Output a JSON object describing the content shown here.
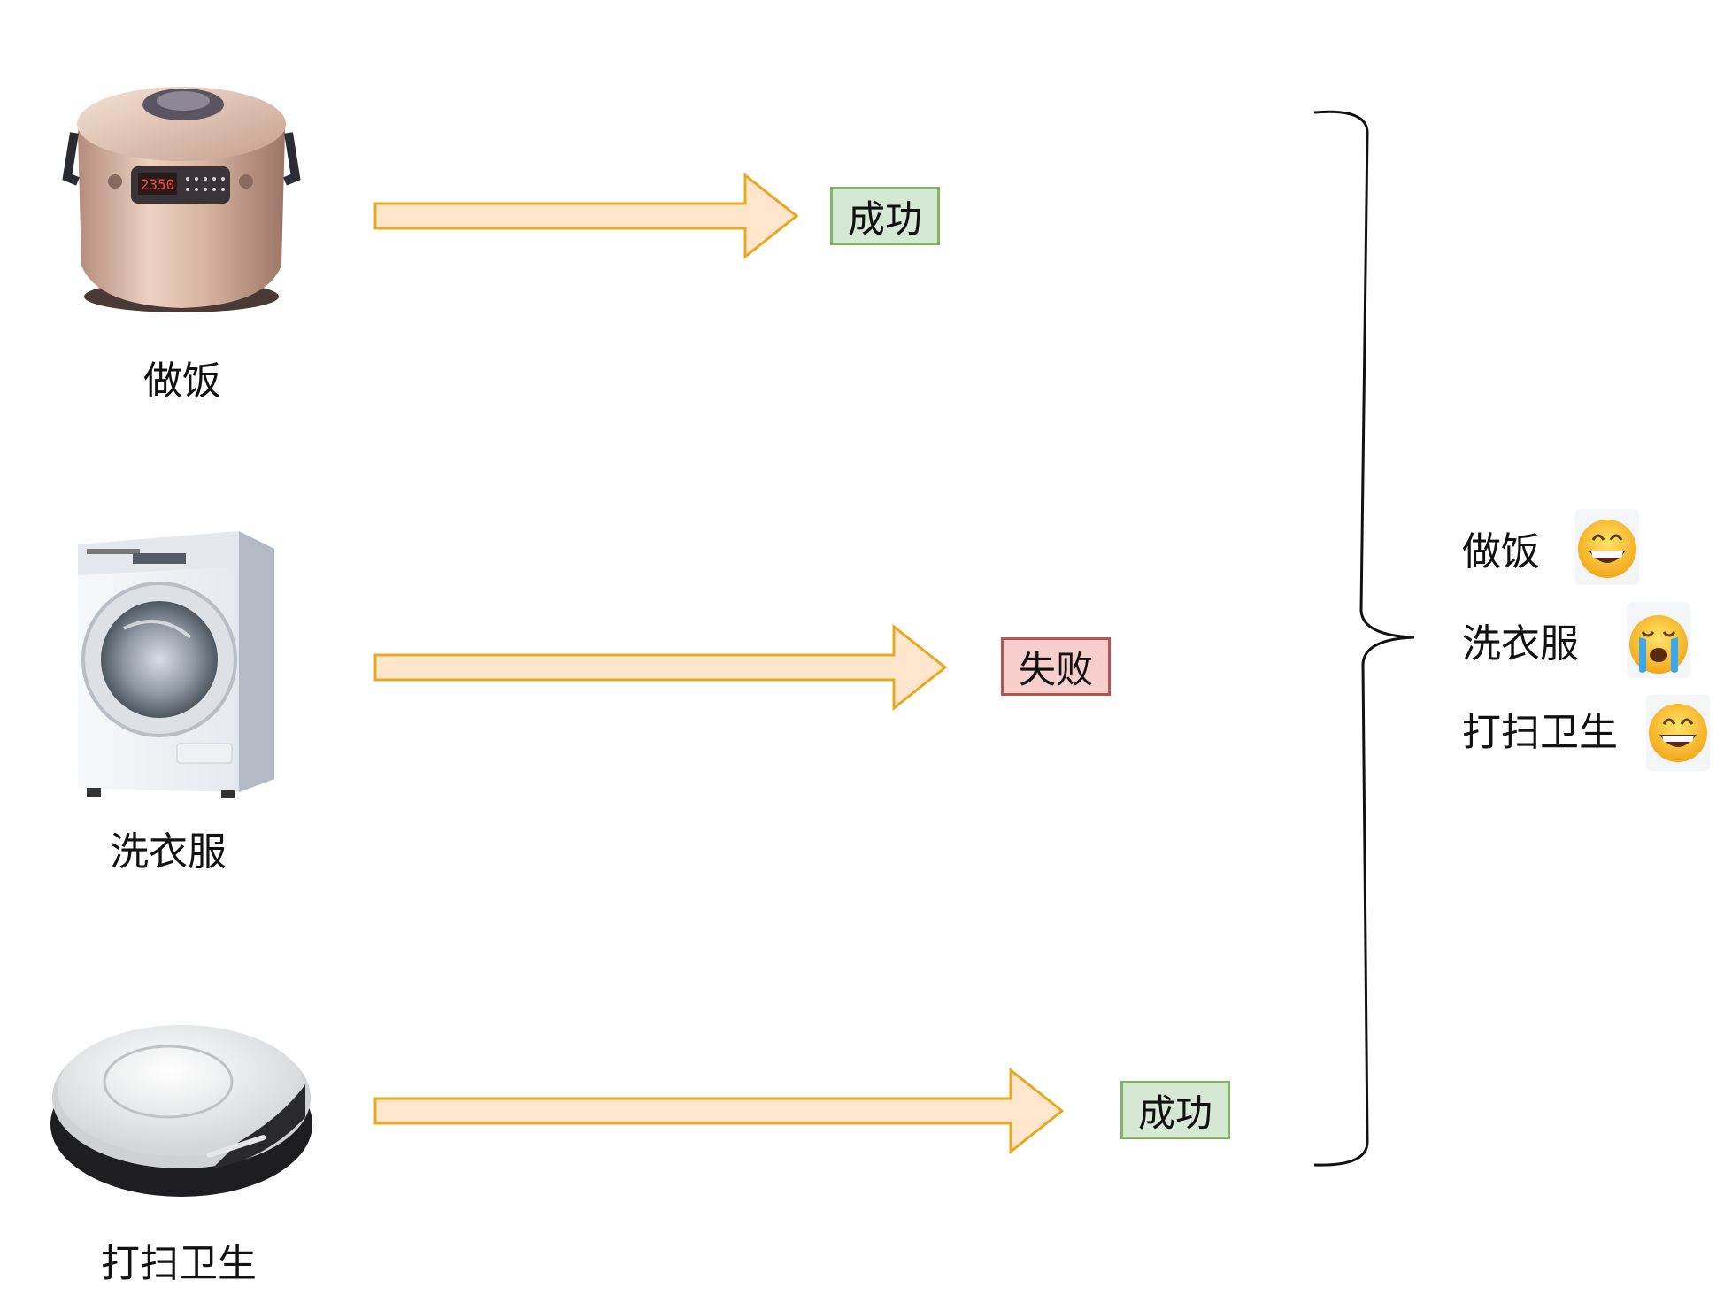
{
  "tasks": [
    {
      "label": "做饭",
      "icon": "rice-cooker-icon",
      "result": "成功",
      "status": "success"
    },
    {
      "label": "洗衣服",
      "icon": "washing-machine-icon",
      "result": "失败",
      "status": "failure"
    },
    {
      "label": "打扫卫生",
      "icon": "robot-vacuum-icon",
      "result": "成功",
      "status": "success"
    }
  ],
  "summary": [
    {
      "label": "做饭",
      "emoji": "grinning-face-icon"
    },
    {
      "label": "洗衣服",
      "emoji": "crying-face-icon"
    },
    {
      "label": "打扫卫生",
      "emoji": "grinning-face-icon"
    }
  ],
  "colors": {
    "arrow_fill": "#ffe6cc",
    "arrow_stroke": "#e8a820",
    "success_fill": "#d5e8d4",
    "success_stroke": "#82b366",
    "failure_fill": "#f8cecc",
    "failure_stroke": "#b85450"
  }
}
